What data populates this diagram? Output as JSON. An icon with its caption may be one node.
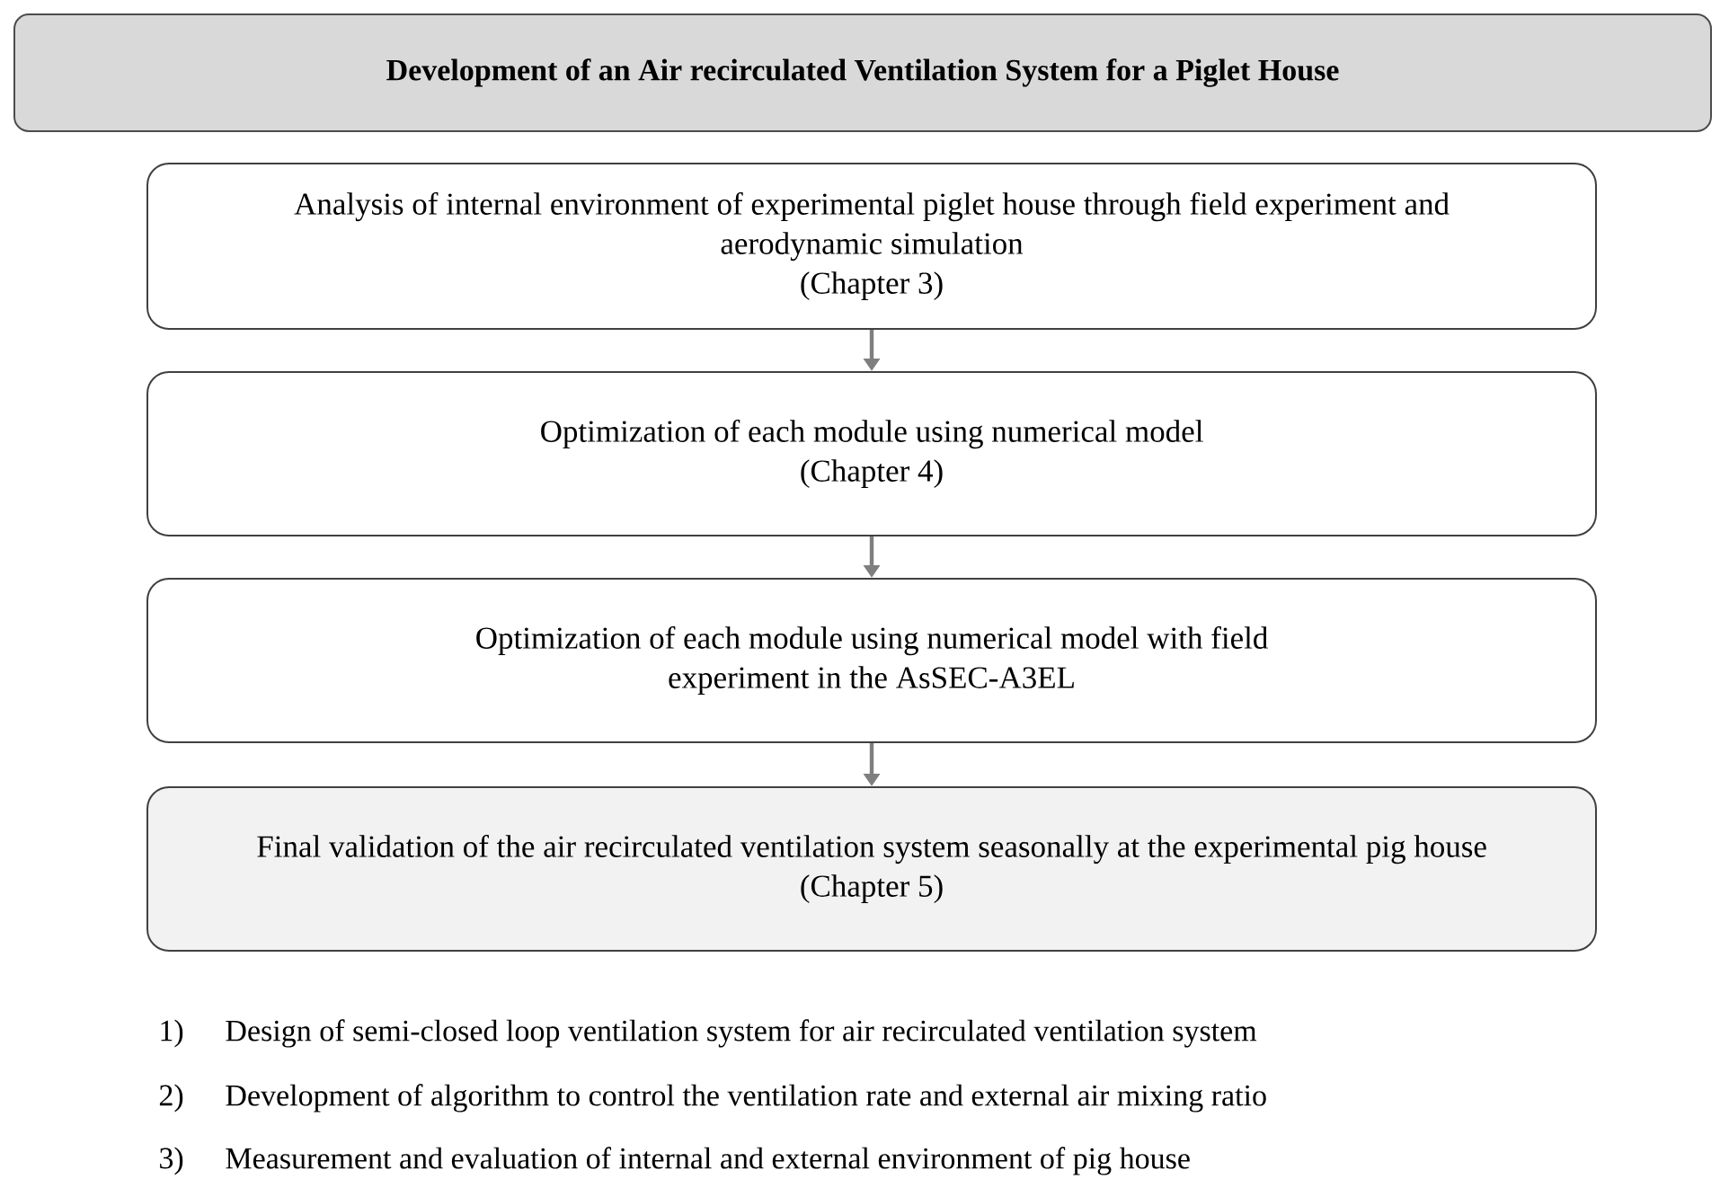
{
  "diagram": {
    "title": "Development of an Air recirculated Ventilation System for a Piglet House",
    "nodes": [
      {
        "text": [
          "Analysis of internal environment of experimental piglet house through field experiment and aerodynamic simulation",
          "(Chapter 3)"
        ]
      },
      {
        "text": [
          "Optimization of each module using numerical model",
          "(Chapter 4)"
        ]
      },
      {
        "text": [
          "Optimization of each module using numerical model with field experiment in the AsSEC-A3EL"
        ]
      },
      {
        "text": [
          "Final validation of the air recirculated ventilation system seasonally at the experimental pig house",
          "(Chapter 5)"
        ]
      }
    ],
    "edges": [
      {
        "from": 0,
        "to": 1,
        "arrow": "to"
      },
      {
        "from": 1,
        "to": 2,
        "arrow": "to"
      },
      {
        "from": 2,
        "to": 3,
        "arrow": "to"
      }
    ],
    "labels": [
      "1)",
      "Design of semi-closed loop ventilation system for air recirculated ventilation system",
      "2)",
      "Development of algorithm to control the ventilation rate and external air mixing ratio",
      "3)",
      "Measurement and evaluation of internal and external environment of pig house"
    ]
  }
}
